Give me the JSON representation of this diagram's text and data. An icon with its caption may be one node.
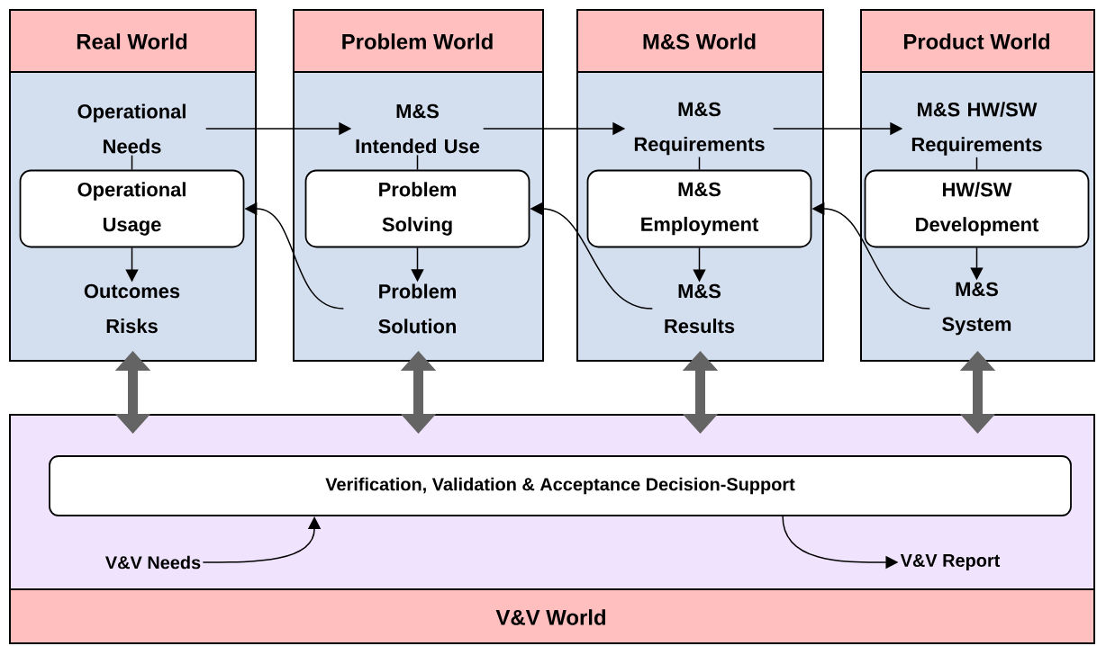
{
  "diagram": {
    "nodes": [
      {
        "text": [
          "Real World"
        ]
      },
      {
        "text": [
          "Operational Needs"
        ],
        "in": 0
      },
      {
        "text": [
          "Operational Usage"
        ],
        "in": 0
      },
      {
        "text": [
          "Outcomes Risks"
        ],
        "in": 0
      },
      {
        "text": [
          "Problem World"
        ]
      },
      {
        "text": [
          "M&S Intended Use"
        ],
        "in": 4
      },
      {
        "text": [
          "Problem Solving"
        ],
        "in": 4
      },
      {
        "text": [
          "Problem Solution"
        ],
        "in": 4
      },
      {
        "text": [
          "M&S World"
        ]
      },
      {
        "text": [
          "M&S Requirements"
        ],
        "in": 8
      },
      {
        "text": [
          "M&S Employment"
        ],
        "in": 8
      },
      {
        "text": [
          "M&S Results"
        ],
        "in": 8
      },
      {
        "text": [
          "Product World"
        ]
      },
      {
        "text": [
          "M&S HW/SW Requirements"
        ],
        "in": 12
      },
      {
        "text": [
          "HW/SW Development"
        ],
        "in": 12
      },
      {
        "text": [
          "M&S System"
        ],
        "in": 12
      },
      {
        "text": [
          "V&V World"
        ]
      },
      {
        "text": [
          "Verification, Validation & Acceptance Decision-Support"
        ],
        "in": 16
      },
      {
        "text": [
          "V&V Needs"
        ],
        "in": 16
      },
      {
        "text": [
          "V&V Report"
        ],
        "in": 16
      }
    ],
    "edges": [
      {
        "from": 1,
        "to": 5,
        "arrow": "to"
      },
      {
        "from": 5,
        "to": 9,
        "arrow": "to"
      },
      {
        "from": 9,
        "to": 13,
        "arrow": "to"
      },
      {
        "from": 1,
        "to": 2,
        "arrow": "none"
      },
      {
        "from": 2,
        "to": 3,
        "arrow": "to"
      },
      {
        "from": 5,
        "to": 6,
        "arrow": "none"
      },
      {
        "from": 6,
        "to": 7,
        "arrow": "to"
      },
      {
        "from": 9,
        "to": 10,
        "arrow": "none"
      },
      {
        "from": 10,
        "to": 11,
        "arrow": "to"
      },
      {
        "from": 13,
        "to": 14,
        "arrow": "none"
      },
      {
        "from": 14,
        "to": 15,
        "arrow": "to"
      },
      {
        "from": 7,
        "to": 2,
        "arrow": "to"
      },
      {
        "from": 11,
        "to": 6,
        "arrow": "to"
      },
      {
        "from": 15,
        "to": 10,
        "arrow": "to"
      },
      {
        "from": 0,
        "to": 16,
        "arrow": "both",
        "style": "thick",
        "color": "#646464"
      },
      {
        "from": 4,
        "to": 16,
        "arrow": "both",
        "style": "thick",
        "color": "#646464"
      },
      {
        "from": 8,
        "to": 16,
        "arrow": "both",
        "style": "thick",
        "color": "#646464"
      },
      {
        "from": 12,
        "to": 16,
        "arrow": "both",
        "style": "thick",
        "color": "#646464"
      },
      {
        "from": 18,
        "to": 17,
        "arrow": "to"
      },
      {
        "from": 17,
        "to": 19,
        "arrow": "to"
      }
    ]
  }
}
